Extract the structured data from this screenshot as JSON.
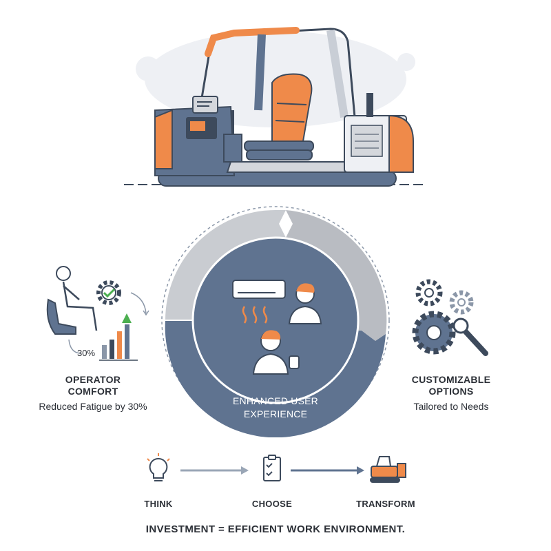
{
  "center": {
    "line1": "ENHANCED USER",
    "line2": "EXPERIENCE"
  },
  "left": {
    "title1": "OPERATOR",
    "title2": "COMFORT",
    "subtitle": "Reduced Fatigue by 30%",
    "chart_label": "30%"
  },
  "right": {
    "title1": "CUSTOMIZABLE",
    "title2": "OPTIONS",
    "subtitle": "Tailored to Needs"
  },
  "steps": [
    {
      "label": "THINK",
      "icon": "lightbulb-icon"
    },
    {
      "label": "CHOOSE",
      "icon": "clipboard-check-icon"
    },
    {
      "label": "TRANSFORM",
      "icon": "machine-icon"
    }
  ],
  "footer": "INVESTMENT = EFFICIENT WORK ENVIRONMENT.",
  "colors": {
    "orange": "#ef8a4a",
    "slate": "#5f7390",
    "light_gray": "#d4d7dc",
    "dark": "#3d4a5c"
  }
}
